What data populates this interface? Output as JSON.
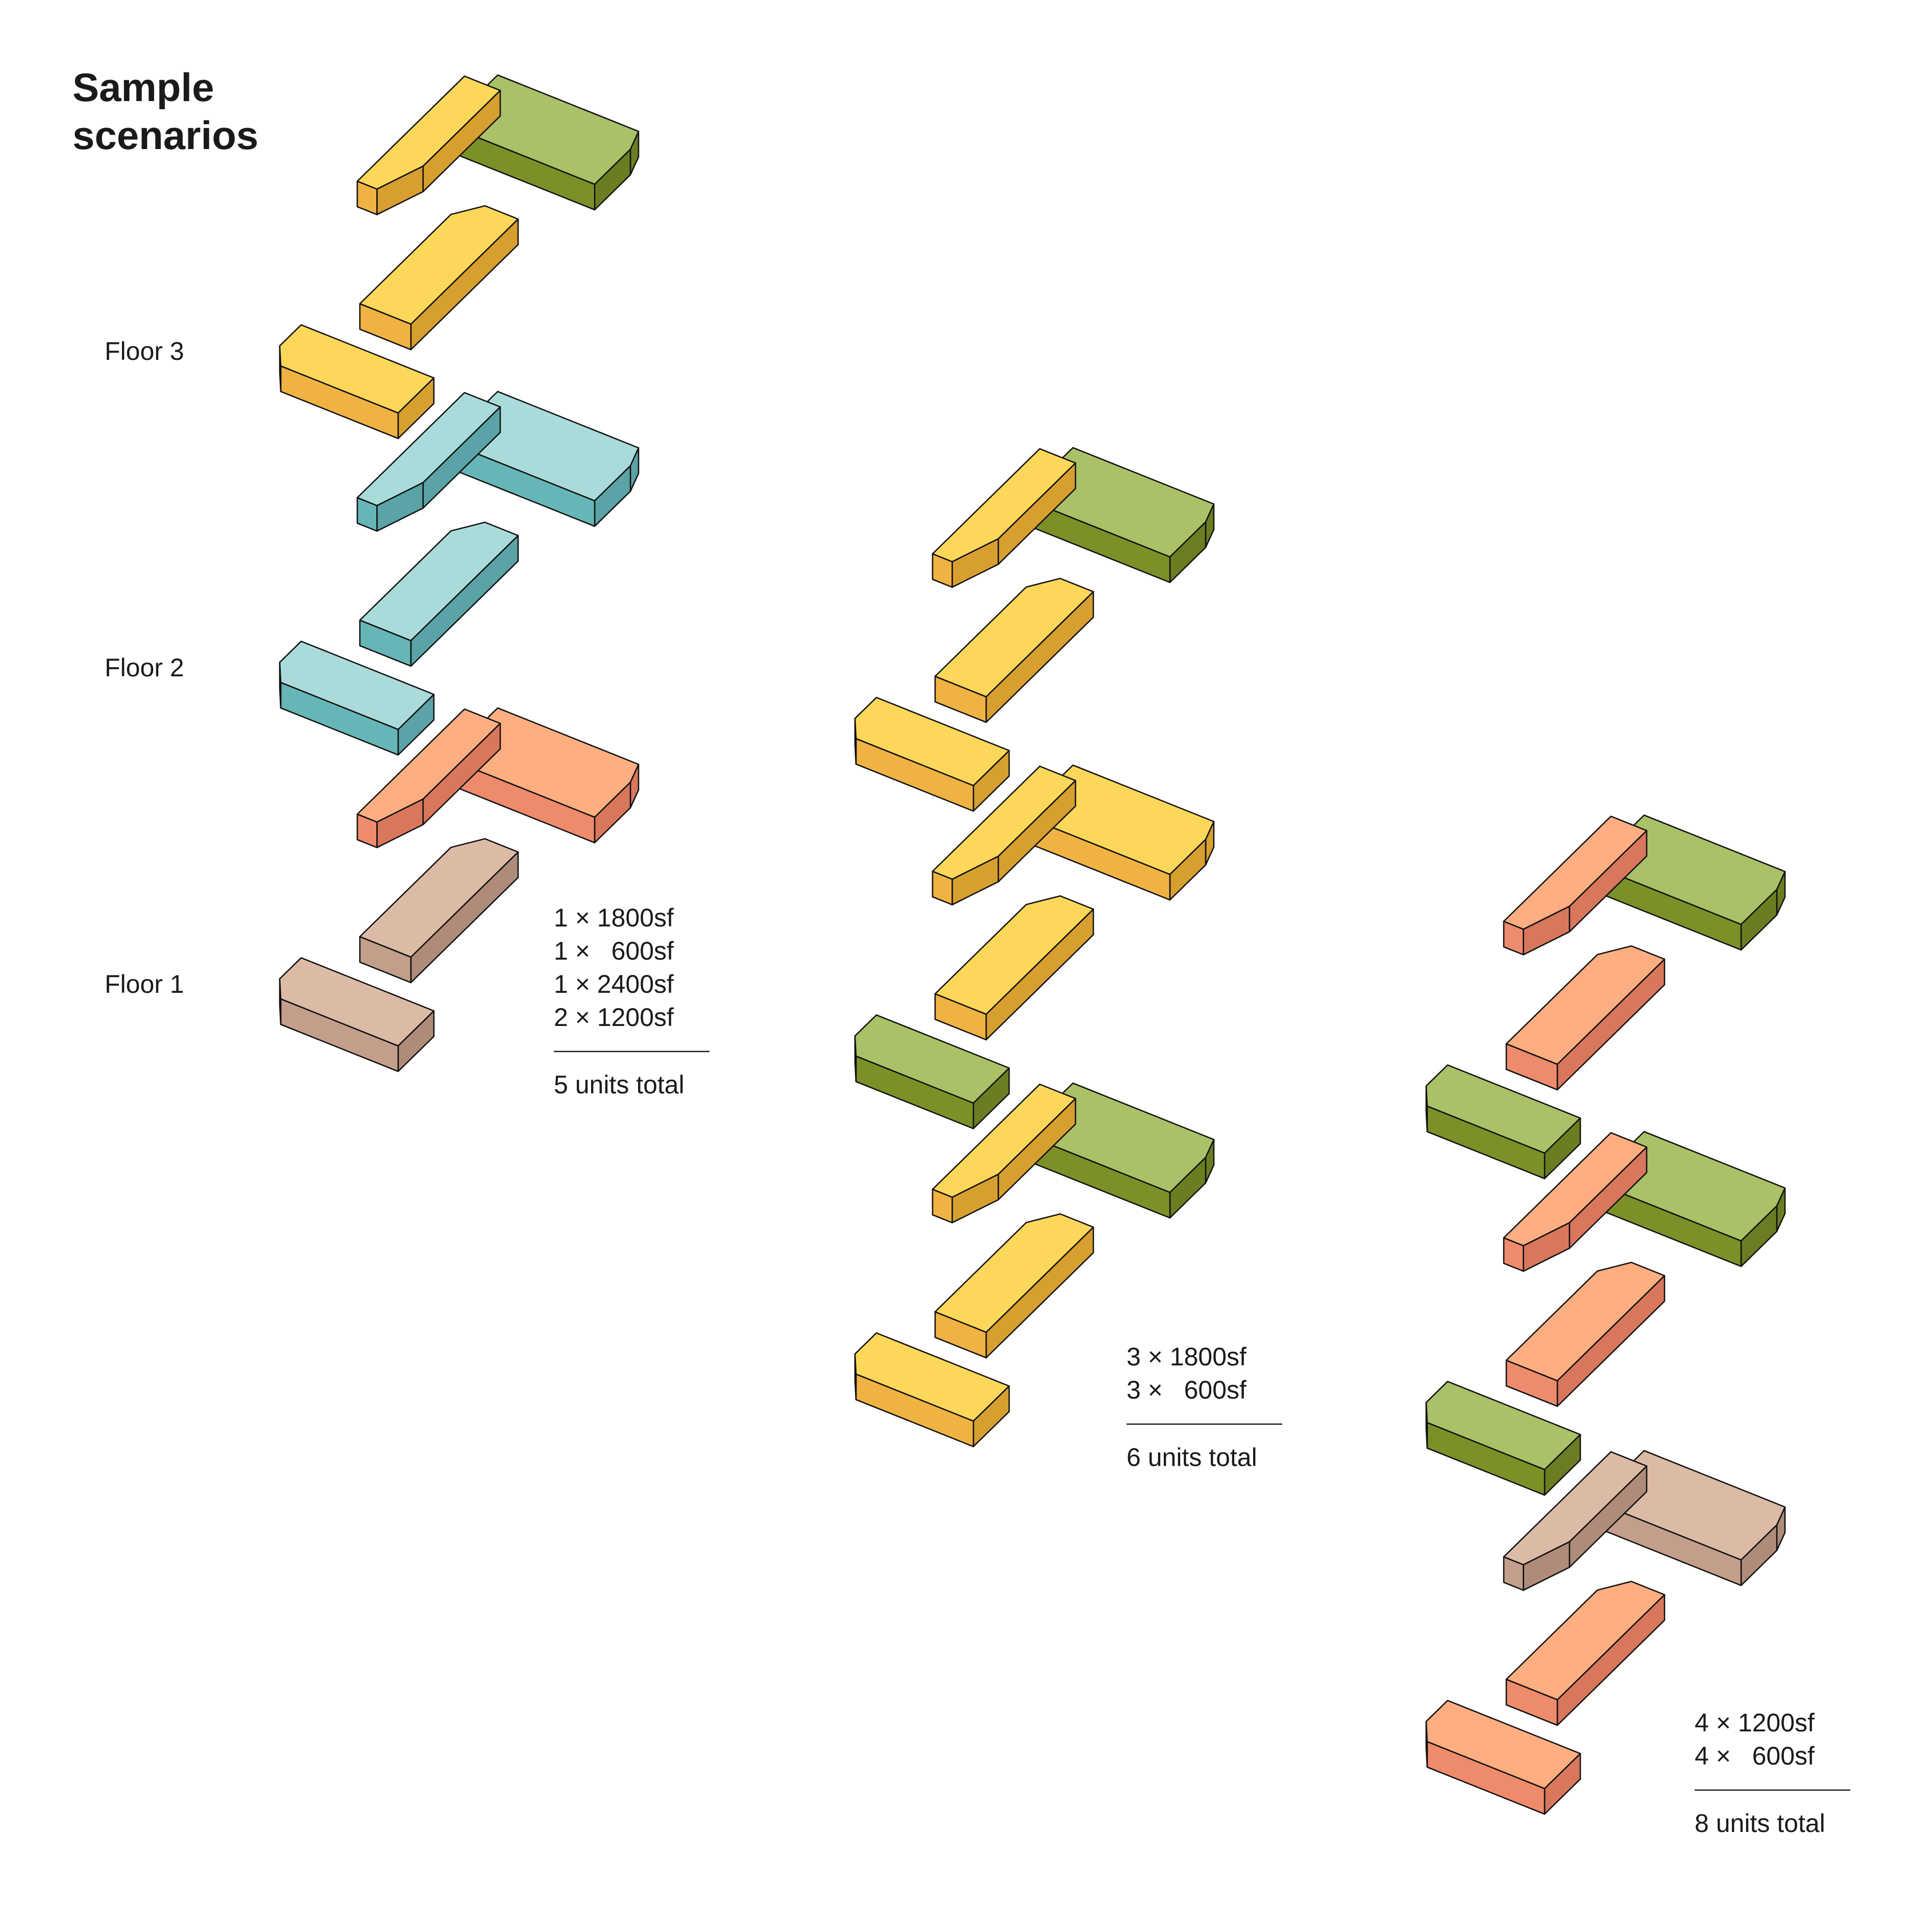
{
  "title": [
    "Sample",
    "scenarios"
  ],
  "floor_labels": [
    "Floor 3",
    "Floor 2",
    "Floor 1"
  ],
  "colors": {
    "green": [
      "#a9c167",
      "#7b9128",
      "#6a7e21"
    ],
    "yellow": [
      "#fdd75a",
      "#f0b343",
      "#d79f30"
    ],
    "teal": [
      "#aadbdb",
      "#66b6b8",
      "#5aa3a6"
    ],
    "orange": [
      "#feae80",
      "#ee8b6c",
      "#d9775c"
    ],
    "tan": [
      "#dcbba6",
      "#c39f8b",
      "#ae8c79"
    ]
  },
  "scenarios": [
    {
      "name": "scenario-1",
      "floors": [
        {
          "label": "Floor 3",
          "units": [
            "green",
            "yellow",
            "yellow",
            "yellow"
          ]
        },
        {
          "label": "Floor 2",
          "units": [
            "teal",
            "teal",
            "teal",
            "teal"
          ]
        },
        {
          "label": "Floor 1",
          "units": [
            "orange",
            "orange",
            "tan",
            "tan"
          ]
        }
      ],
      "legend": [
        "1 × 1800sf",
        "1 ×   600sf",
        "1 × 2400sf",
        "2 × 1200sf"
      ],
      "total": "5 units total"
    },
    {
      "name": "scenario-2",
      "floors": [
        {
          "units": [
            "green",
            "yellow",
            "yellow",
            "yellow"
          ]
        },
        {
          "units": [
            "yellow",
            "yellow",
            "yellow",
            "green"
          ]
        },
        {
          "units": [
            "green",
            "yellow",
            "yellow",
            "yellow"
          ]
        }
      ],
      "legend": [
        "3 × 1800sf",
        "3 ×   600sf"
      ],
      "total": "6 units total"
    },
    {
      "name": "scenario-3",
      "floors": [
        {
          "units": [
            "green",
            "orange",
            "orange",
            "green"
          ]
        },
        {
          "units": [
            "green",
            "orange",
            "orange",
            "green"
          ]
        },
        {
          "units": [
            "tan",
            "tan",
            "orange",
            "orange"
          ]
        }
      ],
      "legend": [
        "4 × 1200sf",
        "4 ×   600sf"
      ],
      "total": "8 units total"
    }
  ]
}
